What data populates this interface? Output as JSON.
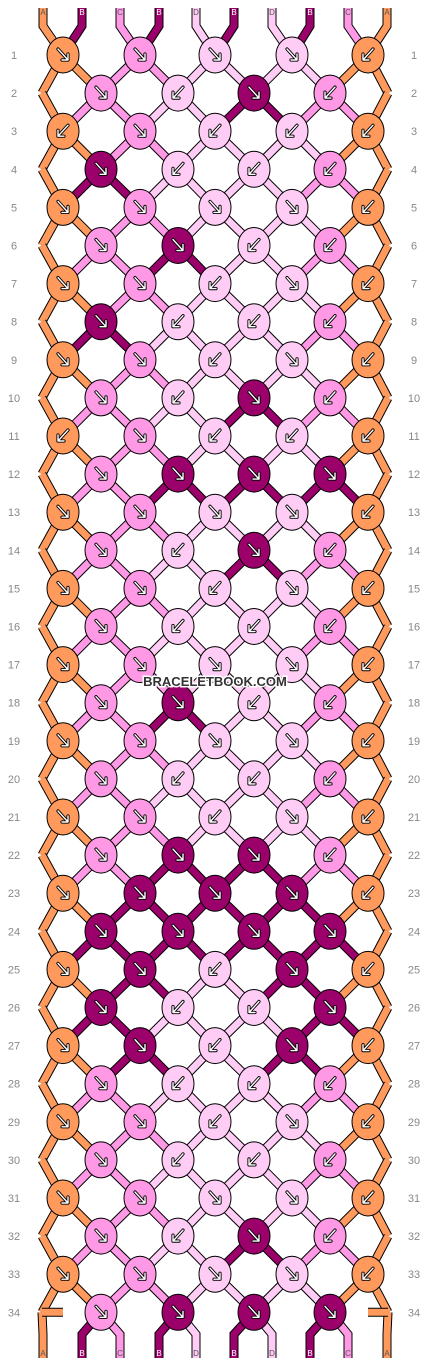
{
  "site": {
    "watermark": "BRACELETBOOK.COM"
  },
  "colors": {
    "A": "#ff9a5c",
    "B": "#9b006b",
    "C": "#ff99e6",
    "D": "#ffccf5"
  },
  "strands_top": [
    "A",
    "B",
    "C",
    "B",
    "D",
    "B",
    "D",
    "B",
    "C",
    "A"
  ],
  "strands_bottom": [
    "A",
    "B",
    "C",
    "B",
    "D",
    "B",
    "D",
    "B",
    "C",
    "A"
  ],
  "rows": [
    {
      "n": 1,
      "knots": [
        {
          "c": "A",
          "d": "R"
        },
        {
          "c": "C",
          "d": "R"
        },
        {
          "c": "D",
          "d": "R"
        },
        {
          "c": "D",
          "d": "R"
        },
        {
          "c": "A",
          "d": "L"
        }
      ]
    },
    {
      "n": 2,
      "knots": [
        {
          "c": "C",
          "d": "R"
        },
        {
          "c": "D",
          "d": "L"
        },
        {
          "c": "B",
          "d": "R"
        },
        {
          "c": "C",
          "d": "L"
        }
      ]
    },
    {
      "n": 3,
      "knots": [
        {
          "c": "A",
          "d": "L"
        },
        {
          "c": "C",
          "d": "R"
        },
        {
          "c": "D",
          "d": "L"
        },
        {
          "c": "D",
          "d": "L"
        },
        {
          "c": "A",
          "d": "L"
        }
      ]
    },
    {
      "n": 4,
      "knots": [
        {
          "c": "B",
          "d": "R"
        },
        {
          "c": "D",
          "d": "L"
        },
        {
          "c": "D",
          "d": "L"
        },
        {
          "c": "C",
          "d": "L"
        }
      ]
    },
    {
      "n": 5,
      "knots": [
        {
          "c": "A",
          "d": "R"
        },
        {
          "c": "C",
          "d": "R"
        },
        {
          "c": "D",
          "d": "R"
        },
        {
          "c": "D",
          "d": "R"
        },
        {
          "c": "A",
          "d": "L"
        }
      ]
    },
    {
      "n": 6,
      "knots": [
        {
          "c": "C",
          "d": "R"
        },
        {
          "c": "B",
          "d": "R"
        },
        {
          "c": "D",
          "d": "L"
        },
        {
          "c": "C",
          "d": "L"
        }
      ]
    },
    {
      "n": 7,
      "knots": [
        {
          "c": "A",
          "d": "R"
        },
        {
          "c": "C",
          "d": "R"
        },
        {
          "c": "D",
          "d": "L"
        },
        {
          "c": "D",
          "d": "R"
        },
        {
          "c": "A",
          "d": "L"
        }
      ]
    },
    {
      "n": 8,
      "knots": [
        {
          "c": "B",
          "d": "R"
        },
        {
          "c": "D",
          "d": "L"
        },
        {
          "c": "D",
          "d": "L"
        },
        {
          "c": "C",
          "d": "L"
        }
      ]
    },
    {
      "n": 9,
      "knots": [
        {
          "c": "A",
          "d": "R"
        },
        {
          "c": "C",
          "d": "R"
        },
        {
          "c": "D",
          "d": "L"
        },
        {
          "c": "D",
          "d": "R"
        },
        {
          "c": "A",
          "d": "L"
        }
      ]
    },
    {
      "n": 10,
      "knots": [
        {
          "c": "C",
          "d": "R"
        },
        {
          "c": "D",
          "d": "L"
        },
        {
          "c": "B",
          "d": "R"
        },
        {
          "c": "C",
          "d": "L"
        }
      ]
    },
    {
      "n": 11,
      "knots": [
        {
          "c": "A",
          "d": "L"
        },
        {
          "c": "C",
          "d": "R"
        },
        {
          "c": "D",
          "d": "L"
        },
        {
          "c": "D",
          "d": "L"
        },
        {
          "c": "A",
          "d": "L"
        }
      ]
    },
    {
      "n": 12,
      "knots": [
        {
          "c": "C",
          "d": "R"
        },
        {
          "c": "B",
          "d": "R"
        },
        {
          "c": "B",
          "d": "R"
        },
        {
          "c": "B",
          "d": "R"
        }
      ]
    },
    {
      "n": 13,
      "knots": [
        {
          "c": "A",
          "d": "R"
        },
        {
          "c": "C",
          "d": "R"
        },
        {
          "c": "D",
          "d": "R"
        },
        {
          "c": "D",
          "d": "R"
        },
        {
          "c": "A",
          "d": "L"
        }
      ]
    },
    {
      "n": 14,
      "knots": [
        {
          "c": "C",
          "d": "R"
        },
        {
          "c": "D",
          "d": "L"
        },
        {
          "c": "B",
          "d": "R"
        },
        {
          "c": "C",
          "d": "L"
        }
      ]
    },
    {
      "n": 15,
      "knots": [
        {
          "c": "A",
          "d": "R"
        },
        {
          "c": "C",
          "d": "R"
        },
        {
          "c": "D",
          "d": "L"
        },
        {
          "c": "D",
          "d": "R"
        },
        {
          "c": "A",
          "d": "L"
        }
      ]
    },
    {
      "n": 16,
      "knots": [
        {
          "c": "C",
          "d": "R"
        },
        {
          "c": "D",
          "d": "L"
        },
        {
          "c": "D",
          "d": "L"
        },
        {
          "c": "C",
          "d": "L"
        }
      ]
    },
    {
      "n": 17,
      "knots": [
        {
          "c": "A",
          "d": "R"
        },
        {
          "c": "C",
          "d": "R"
        },
        {
          "c": "D",
          "d": "R"
        },
        {
          "c": "D",
          "d": "R"
        },
        {
          "c": "A",
          "d": "L"
        }
      ]
    },
    {
      "n": 18,
      "knots": [
        {
          "c": "C",
          "d": "R"
        },
        {
          "c": "B",
          "d": "R"
        },
        {
          "c": "D",
          "d": "L"
        },
        {
          "c": "C",
          "d": "L"
        }
      ]
    },
    {
      "n": 19,
      "knots": [
        {
          "c": "A",
          "d": "R"
        },
        {
          "c": "C",
          "d": "R"
        },
        {
          "c": "D",
          "d": "R"
        },
        {
          "c": "D",
          "d": "R"
        },
        {
          "c": "A",
          "d": "L"
        }
      ]
    },
    {
      "n": 20,
      "knots": [
        {
          "c": "C",
          "d": "R"
        },
        {
          "c": "D",
          "d": "L"
        },
        {
          "c": "D",
          "d": "L"
        },
        {
          "c": "C",
          "d": "L"
        }
      ]
    },
    {
      "n": 21,
      "knots": [
        {
          "c": "A",
          "d": "R"
        },
        {
          "c": "C",
          "d": "R"
        },
        {
          "c": "D",
          "d": "L"
        },
        {
          "c": "D",
          "d": "R"
        },
        {
          "c": "A",
          "d": "L"
        }
      ]
    },
    {
      "n": 22,
      "knots": [
        {
          "c": "C",
          "d": "R"
        },
        {
          "c": "B",
          "d": "R"
        },
        {
          "c": "B",
          "d": "R"
        },
        {
          "c": "C",
          "d": "L"
        }
      ]
    },
    {
      "n": 23,
      "knots": [
        {
          "c": "A",
          "d": "R"
        },
        {
          "c": "B",
          "d": "R"
        },
        {
          "c": "B",
          "d": "R"
        },
        {
          "c": "B",
          "d": "R"
        },
        {
          "c": "A",
          "d": "L"
        }
      ]
    },
    {
      "n": 24,
      "knots": [
        {
          "c": "B",
          "d": "R"
        },
        {
          "c": "B",
          "d": "R"
        },
        {
          "c": "B",
          "d": "R"
        },
        {
          "c": "B",
          "d": "R"
        }
      ]
    },
    {
      "n": 25,
      "knots": [
        {
          "c": "A",
          "d": "R"
        },
        {
          "c": "B",
          "d": "R"
        },
        {
          "c": "D",
          "d": "L"
        },
        {
          "c": "B",
          "d": "R"
        },
        {
          "c": "A",
          "d": "L"
        }
      ]
    },
    {
      "n": 26,
      "knots": [
        {
          "c": "B",
          "d": "R"
        },
        {
          "c": "D",
          "d": "L"
        },
        {
          "c": "D",
          "d": "L"
        },
        {
          "c": "B",
          "d": "R"
        }
      ]
    },
    {
      "n": 27,
      "knots": [
        {
          "c": "A",
          "d": "R"
        },
        {
          "c": "B",
          "d": "R"
        },
        {
          "c": "D",
          "d": "L"
        },
        {
          "c": "B",
          "d": "R"
        },
        {
          "c": "A",
          "d": "L"
        }
      ]
    },
    {
      "n": 28,
      "knots": [
        {
          "c": "C",
          "d": "R"
        },
        {
          "c": "D",
          "d": "L"
        },
        {
          "c": "D",
          "d": "L"
        },
        {
          "c": "C",
          "d": "L"
        }
      ]
    },
    {
      "n": 29,
      "knots": [
        {
          "c": "A",
          "d": "R"
        },
        {
          "c": "C",
          "d": "R"
        },
        {
          "c": "D",
          "d": "L"
        },
        {
          "c": "D",
          "d": "R"
        },
        {
          "c": "A",
          "d": "L"
        }
      ]
    },
    {
      "n": 30,
      "knots": [
        {
          "c": "C",
          "d": "R"
        },
        {
          "c": "D",
          "d": "L"
        },
        {
          "c": "D",
          "d": "L"
        },
        {
          "c": "C",
          "d": "L"
        }
      ]
    },
    {
      "n": 31,
      "knots": [
        {
          "c": "A",
          "d": "R"
        },
        {
          "c": "C",
          "d": "R"
        },
        {
          "c": "D",
          "d": "R"
        },
        {
          "c": "D",
          "d": "R"
        },
        {
          "c": "A",
          "d": "L"
        }
      ]
    },
    {
      "n": 32,
      "knots": [
        {
          "c": "C",
          "d": "R"
        },
        {
          "c": "D",
          "d": "L"
        },
        {
          "c": "B",
          "d": "R"
        },
        {
          "c": "C",
          "d": "L"
        }
      ]
    },
    {
      "n": 33,
      "knots": [
        {
          "c": "A",
          "d": "R"
        },
        {
          "c": "C",
          "d": "R"
        },
        {
          "c": "D",
          "d": "R"
        },
        {
          "c": "D",
          "d": "R"
        },
        {
          "c": "A",
          "d": "L"
        }
      ]
    },
    {
      "n": 34,
      "knots": [
        {
          "c": "C",
          "d": "R"
        },
        {
          "c": "B",
          "d": "R"
        },
        {
          "c": "B",
          "d": "R"
        },
        {
          "c": "B",
          "d": "R"
        }
      ]
    }
  ]
}
